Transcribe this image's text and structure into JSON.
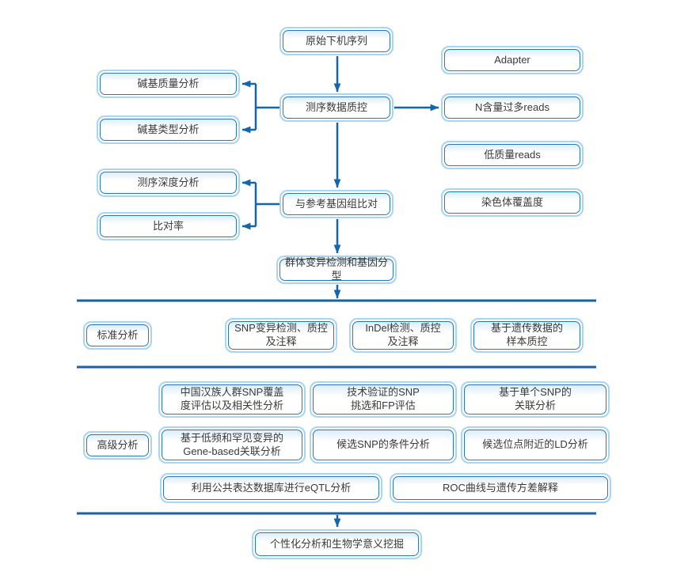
{
  "colors": {
    "box_border": "#2478bd",
    "box_halo": "#a9d5f0",
    "arrow_line": "#1565ad",
    "separator_line": "#1661a9",
    "text": "#3a3a3a"
  },
  "sections": {
    "standard_label": "标准分析",
    "advanced_label": "高级分析"
  },
  "nodes": {
    "raw_sequence": "原始下机序列",
    "adapter": "Adapter",
    "base_quality": "碱基质量分析",
    "seq_qc": "测序数据质控",
    "n_rich_reads": "N含量过多reads",
    "base_type": "碱基类型分析",
    "low_quality_reads": "低质量reads",
    "depth_analysis": "测序深度分析",
    "align_reference": "与参考基因组比对",
    "chromosome_coverage": "染色体覆盖度",
    "mapping_rate": "比对率",
    "variant_genotyping": "群体变异检测和基因分型",
    "snp_detection": "SNP变异检测、质控\n及注释",
    "indel_detection": "InDel检测、质控\n及注释",
    "genetic_sample_qc": "基于遗传数据的\n样本质控",
    "han_snp_coverage": "中国汉族人群SNP覆盖\n度评估以及相关性分析",
    "validated_snp": "技术验证的SNP\n挑选和FP评估",
    "single_snp_assoc": "基于单个SNP的\n关联分析",
    "gene_based_assoc": "基于低频和罕见变异的\nGene-based关联分析",
    "candidate_snp_conditional": "候选SNP的条件分析",
    "ld_analysis": "候选位点附近的LD分析",
    "eqtl_analysis": "利用公共表达数据库进行eQTL分析",
    "roc_curve": "ROC曲线与遗传方差解释",
    "personalized": "个性化分析和生物学意义挖掘"
  }
}
